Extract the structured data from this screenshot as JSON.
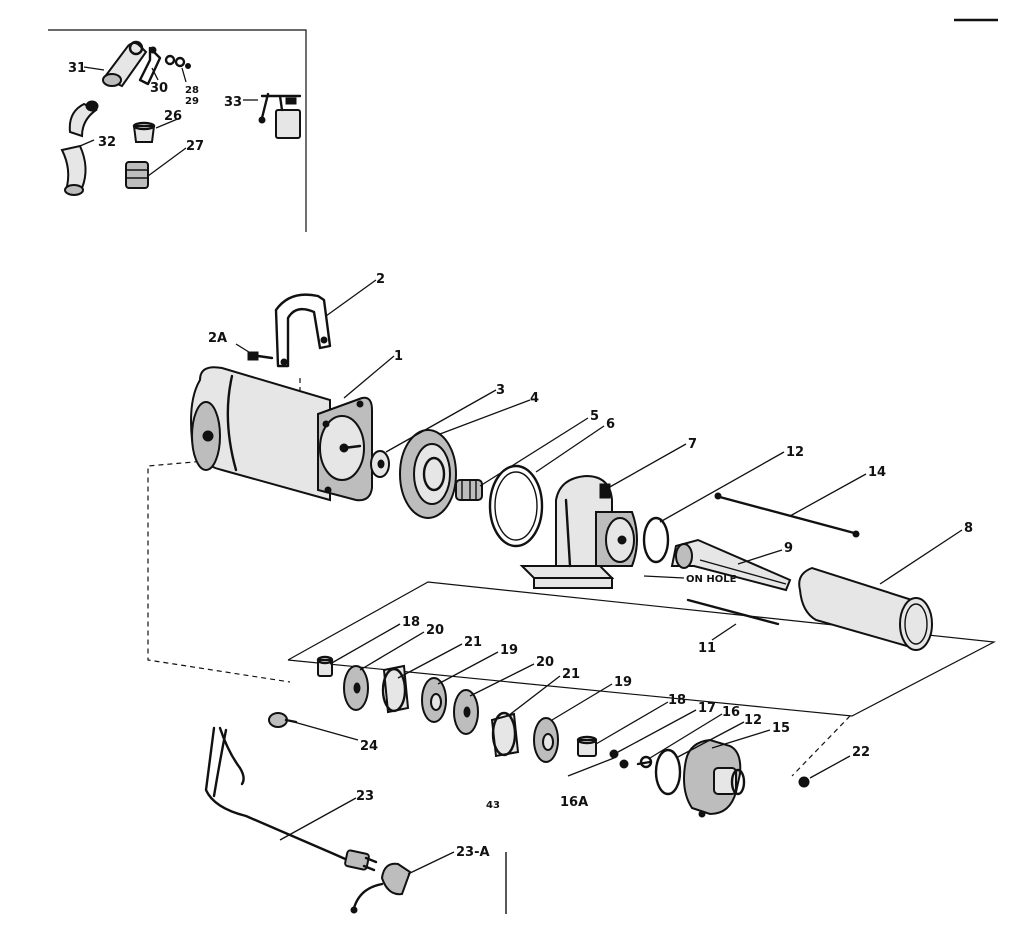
{
  "diagram": {
    "callouts": {
      "p31": "31",
      "p30": "30",
      "p29": "29",
      "p28": "28",
      "p33": "33",
      "p26": "26",
      "p32": "32",
      "p27": "27",
      "p2": "2",
      "p2a": "2A",
      "p1": "1",
      "p3": "3",
      "p4": "4",
      "p5": "5",
      "p6": "6",
      "p7": "7",
      "p12a": "12",
      "p14": "14",
      "p8": "8",
      "p9": "9",
      "p11": "11",
      "p18a": "18",
      "p20a": "20",
      "p21a": "21",
      "p19a": "19",
      "p20b": "20",
      "p21b": "21",
      "p19b": "19",
      "p18b": "18",
      "p17": "17",
      "p16": "16",
      "p12b": "12",
      "p15": "15",
      "p22": "22",
      "p24": "24",
      "p23": "23",
      "p23a": "23-A",
      "p16a": "16A",
      "p43": "43",
      "p10note": "ON HOLE"
    }
  }
}
